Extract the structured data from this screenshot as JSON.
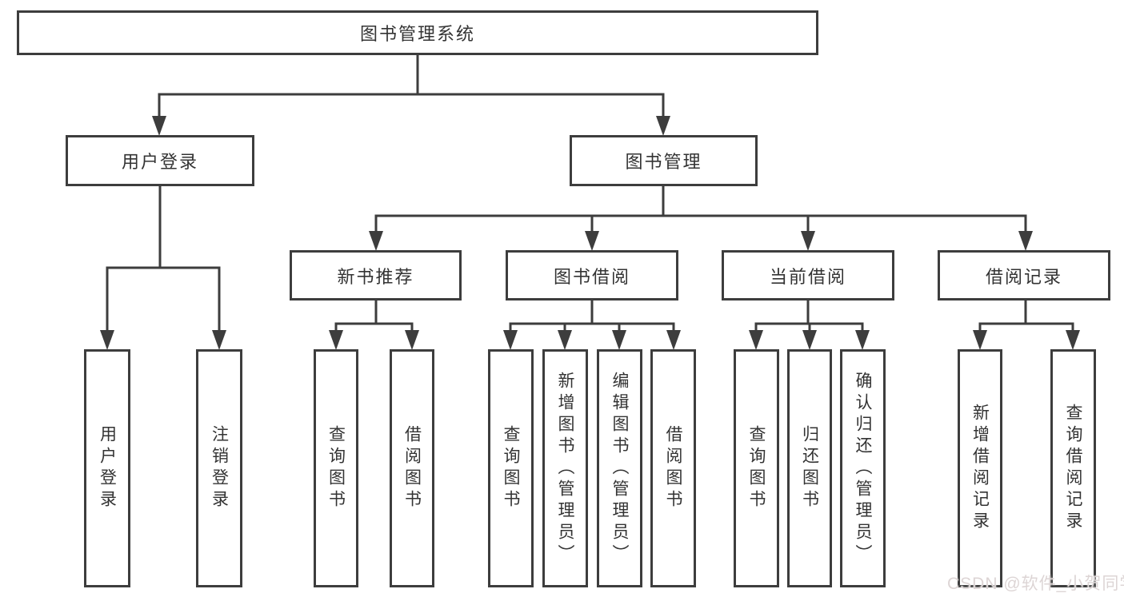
{
  "diagram": {
    "tree": {
      "label": "图书管理系统",
      "children": [
        {
          "label": "用户登录",
          "children": [
            {
              "label": "用户登录"
            },
            {
              "label": "注销登录"
            }
          ]
        },
        {
          "label": "图书管理",
          "children": [
            {
              "label": "新书推荐",
              "children": [
                {
                  "label": "查询图书"
                },
                {
                  "label": "借阅图书"
                }
              ]
            },
            {
              "label": "图书借阅",
              "children": [
                {
                  "label": "查询图书"
                },
                {
                  "label": "新增图书（管理员）"
                },
                {
                  "label": "编辑图书（管理员）"
                },
                {
                  "label": "借阅图书"
                }
              ]
            },
            {
              "label": "当前借阅",
              "children": [
                {
                  "label": "查询图书"
                },
                {
                  "label": "归还图书"
                },
                {
                  "label": "确认归还（管理员）"
                }
              ]
            },
            {
              "label": "借阅记录",
              "children": [
                {
                  "label": "新增借阅记录"
                },
                {
                  "label": "查询借阅记录"
                }
              ]
            }
          ]
        }
      ]
    },
    "colors": {
      "line": "#3d3d3d",
      "text": "#333333",
      "background": "#ffffff",
      "watermark": "#ddd5d5"
    }
  },
  "watermark": {
    "text": "CSDN @软件_小贺同学"
  }
}
